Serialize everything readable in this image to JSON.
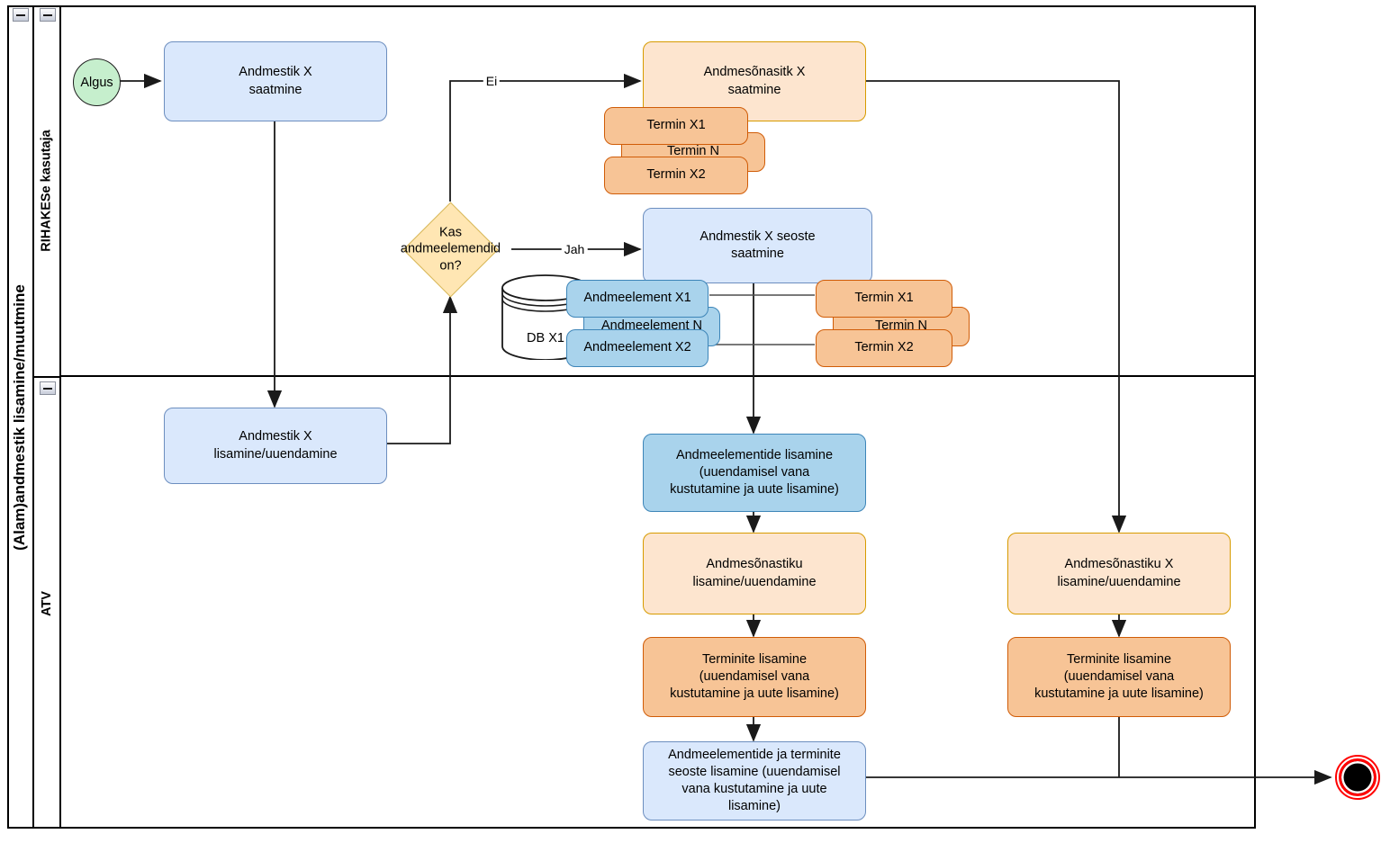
{
  "pool": {
    "title": "(Alam)andmestik lisamine/muutmine"
  },
  "lanes": [
    {
      "id": "lane-rihakese-kasutaja",
      "label": "RIHAKESe kasutaja"
    },
    {
      "id": "lane-atv",
      "label": "ATV"
    }
  ],
  "events": {
    "start": {
      "label": "Algus",
      "name": "start-event-algus",
      "fill": "#c6efcd"
    },
    "end": {
      "label": "",
      "name": "end-event",
      "fill": "#000000",
      "ring": "#ff0000"
    }
  },
  "nodes": {
    "andmestik_x_saatmine": "Andmestik X\nsaatmine",
    "andmesonasitk_x_saatmine": "Andmesõnasitk X\nsaatmine",
    "termin_x1_top": "Termin X1",
    "termin_n_top": "Termin N",
    "termin_x2_top": "Termin X2",
    "andmestik_x_seoste_saatmine": "Andmestik X seoste\nsaatmine",
    "andmeelement_x1": "Andmeelement X1",
    "andmeelement_n": "Andmeelement N",
    "andmeelement_x2": "Andmeelement X2",
    "termin_x1_mid": "Termin X1",
    "termin_n_mid": "Termin N",
    "termin_x2_mid": "Termin X2",
    "db_x1": "DB X1",
    "andmestik_x_lisamine": "Andmestik X\nlisamine/uuendamine",
    "andmeelementide_lisamine": "Andmeelementide lisamine\n(uuendamisel vana\nkustutamine ja uute lisamine)",
    "andmesonastiku_lisamine": "Andmesõnastiku\nlisamine/uuendamine",
    "terminite_lisamine_left": "Terminite lisamine\n(uuendamisel vana\nkustutamine ja uute lisamine)",
    "seoste_lisamine": "Andmeelementide ja terminite\nseoste lisamine (uuendamisel\nvana kustutamine ja uute\nlisamine)",
    "andmesonastiku_x_lisamine": "Andmesõnastiku X\nlisamine/uuendamine",
    "terminite_lisamine_right": "Terminite lisamine\n(uuendamisel vana\nkustutamine ja uute lisamine)"
  },
  "gateway": {
    "label": "Kas\nandmeelemendid\non?",
    "name": "gateway-kas-andmeelemendid-on"
  },
  "edge_labels": {
    "ei": "Ei",
    "jah": "Jah"
  },
  "colors": {
    "blue_fill": "#dae8fc",
    "blue_stroke": "#6c8ebf",
    "blue_dark_fill": "#a9d3ec",
    "blue_dark_stroke": "#3d85b8",
    "orange_fill": "#fde5cf",
    "orange_stroke": "#d79b00",
    "orange_dark_fill": "#f7c496",
    "orange_dark_stroke": "#d05c07",
    "gateway_fill": "#ffe6b3",
    "gateway_stroke": "#d6b656",
    "start_fill": "#c6efcd",
    "end_ring": "#ff0000",
    "line": "#1a1a1a",
    "pool_border": "#000000"
  }
}
